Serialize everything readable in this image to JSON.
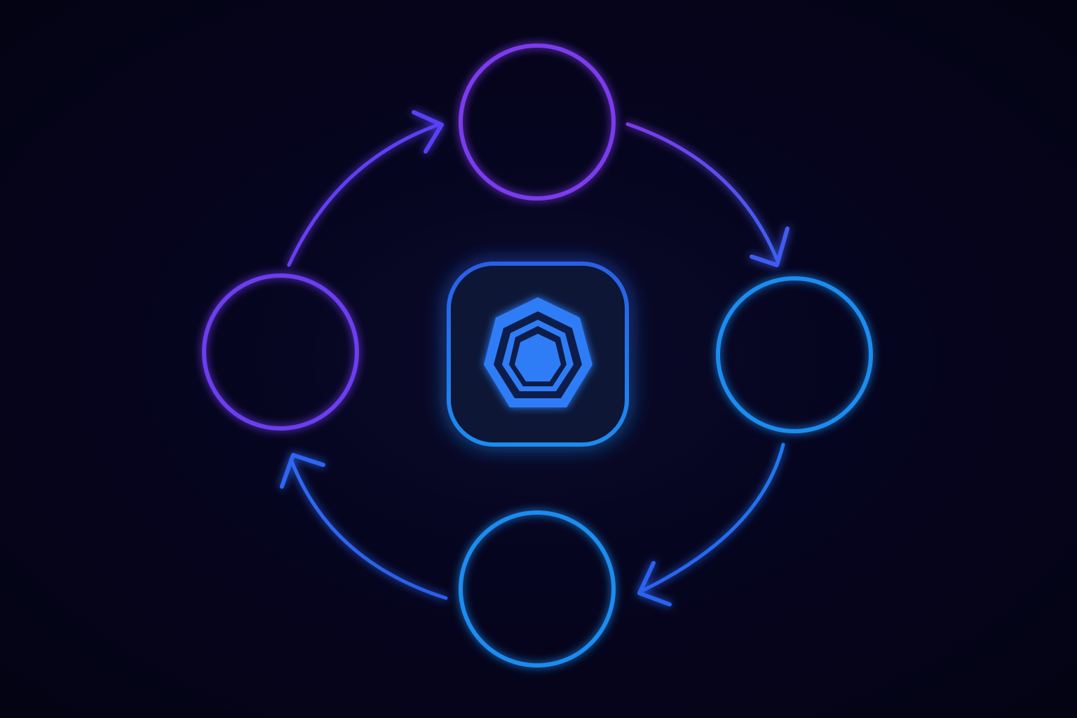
{
  "diagram": {
    "type": "cycle",
    "nodes": [
      {
        "id": "node-top",
        "label": "",
        "color": "#7c3aed"
      },
      {
        "id": "node-right",
        "label": "",
        "color": "#1d8cf0"
      },
      {
        "id": "node-bottom",
        "label": "",
        "color": "#1d8cf0"
      },
      {
        "id": "node-left",
        "label": "",
        "color": "#6d3ef0"
      }
    ],
    "center": {
      "icon": "kubernetes-heptagon-icon",
      "color": "#2f7df6"
    },
    "flow_direction": "clockwise",
    "colors": {
      "background": "#050417",
      "purple": "#7c3aed",
      "blue": "#1d8cf0",
      "center_blue": "#2f7df6"
    }
  }
}
